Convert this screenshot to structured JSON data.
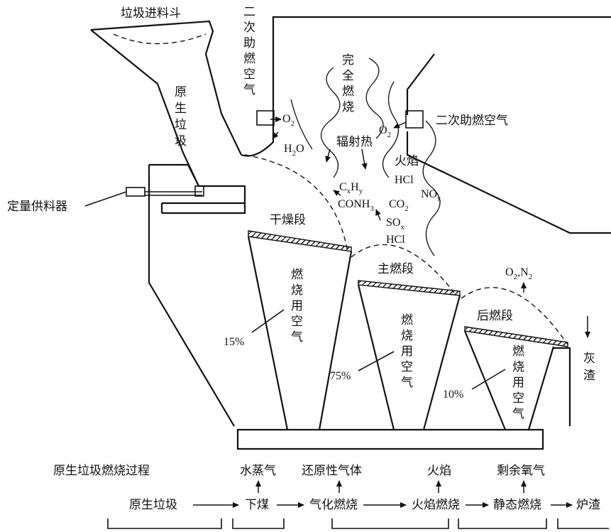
{
  "labels": {
    "hopper": "垃圾进料斗",
    "raw_waste_vertical": [
      "原",
      "生",
      "垃",
      "圾"
    ],
    "secondary_air_left_vertical": [
      "二",
      "次",
      "助",
      "燃",
      "空",
      "气"
    ],
    "secondary_air_right": "二次助燃空气",
    "complete_combustion_vertical": [
      "完",
      "全",
      "燃",
      "烧"
    ],
    "radiant_heat": "辐射热",
    "flame": "火焰",
    "feeder": "定量供料器",
    "drying_zone": "干燥段",
    "main_zone": "主燃段",
    "post_zone": "后燃段",
    "combustion_air_vertical": [
      "燃",
      "烧",
      "用",
      "空",
      "气"
    ],
    "ash_vertical": [
      "灰",
      "渣"
    ],
    "pct_1": "15%",
    "pct_2": "75%",
    "pct_3": "10%"
  },
  "chemistry": {
    "o2_left": "O",
    "o2_left_sub": "2",
    "o2_right": "O",
    "o2_right_sub": "2",
    "h2o": "H",
    "h2o_sub": "2",
    "h2o_tail": "O",
    "cxhy": "C",
    "cxhy_x": "x",
    "cxhy_h": "H",
    "cxhy_y": "y",
    "co": "CO",
    "nh3": "NH",
    "nh3_sub": "3",
    "co2": "CO",
    "co2_sub": "2",
    "hcl_1": "HCl",
    "nox": "NO",
    "nox_sub": "x",
    "sox": "SO",
    "sox_sub": "x",
    "hcl_2": "HCl",
    "o2n2": "O",
    "o2n2_sub1": "2",
    "o2n2_mid": ",N",
    "o2n2_sub2": "2"
  },
  "process": {
    "title": "原生垃圾燃烧过程",
    "top_row": [
      "水蒸气",
      "还原性气体",
      "火焰",
      "剩余氧气"
    ],
    "bottom_row": [
      "原生垃圾",
      "下煤",
      "气化燃烧",
      "火焰燃烧",
      "静态燃烧",
      "炉渣"
    ]
  }
}
